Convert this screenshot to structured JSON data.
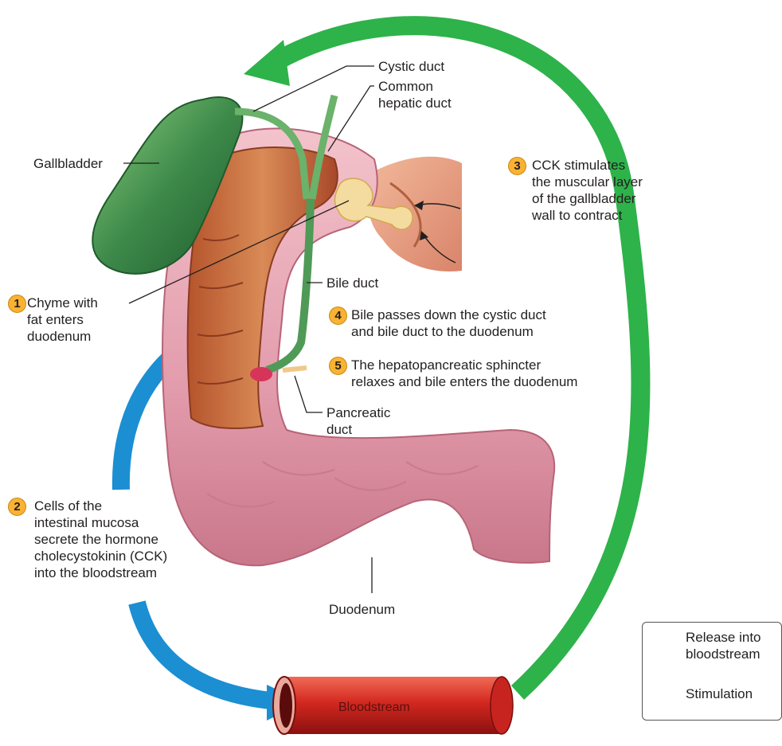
{
  "labels": {
    "cystic_duct": "Cystic duct",
    "common_hepatic_duct": "Common\nhepatic duct",
    "gallbladder": "Gallbladder",
    "bile_duct": "Bile duct",
    "pancreatic_duct": "Pancreatic\nduct",
    "duodenum": "Duodenum",
    "bloodstream": "Bloodstream"
  },
  "steps": [
    {
      "number": "1",
      "text": "Chyme with\nfat enters\nduodenum"
    },
    {
      "number": "2",
      "text": "Cells of the\nintestinal mucosa\nsecrete the hormone\ncholecystokinin (CCK)\ninto the bloodstream"
    },
    {
      "number": "3",
      "text": "CCK stimulates\nthe muscular layer\nof the gallbladder\nwall to contract"
    },
    {
      "number": "4",
      "text": "Bile passes down the cystic duct\nand bile duct to the duodenum"
    },
    {
      "number": "5",
      "text": "The hepatopancreatic sphincter\nrelaxes and bile enters the duodenum"
    }
  ],
  "legend": {
    "release": "Release into\nbloodstream",
    "stimulation": "Stimulation"
  },
  "colors": {
    "release_arrow": "#1b8fd2",
    "stimulation_arrow": "#2eb24a",
    "badge": "#f9b233",
    "gallbladder": "#3d8a4a",
    "duodenum": "#e6a3b1",
    "bloodstream": "#c8241f"
  }
}
